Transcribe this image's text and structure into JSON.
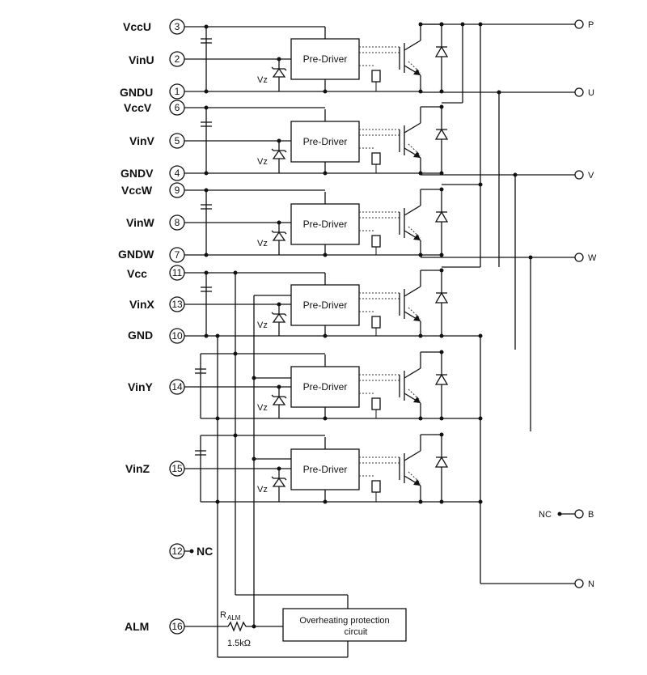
{
  "pins": [
    {
      "label": "VccU",
      "num": "3"
    },
    {
      "label": "VinU",
      "num": "2"
    },
    {
      "label": "GNDU",
      "num": "1"
    },
    {
      "label": "VccV",
      "num": "6"
    },
    {
      "label": "VinV",
      "num": "5"
    },
    {
      "label": "GNDV",
      "num": "4"
    },
    {
      "label": "VccW",
      "num": "9"
    },
    {
      "label": "VinW",
      "num": "8"
    },
    {
      "label": "GNDW",
      "num": "7"
    },
    {
      "label": "Vcc",
      "num": "11"
    },
    {
      "label": "VinX",
      "num": "13"
    },
    {
      "label": "GND",
      "num": "10"
    },
    {
      "label": "VinY",
      "num": "14"
    },
    {
      "label": "VinZ",
      "num": "15"
    },
    {
      "label": "NC",
      "num": "12"
    },
    {
      "label": "ALM",
      "num": "16"
    }
  ],
  "predriver_label": "Pre-Driver",
  "zener_label": "Vz",
  "terminals": {
    "P": "P",
    "U": "U",
    "V": "V",
    "W": "W",
    "B": "B",
    "N": "N",
    "B_nc": "NC"
  },
  "alarm_resistor": {
    "name_main": "R",
    "name_sub": "ALM",
    "value": "1.5kΩ"
  },
  "overheat_box": {
    "line1": "Overheating protection",
    "line2": "circuit"
  }
}
